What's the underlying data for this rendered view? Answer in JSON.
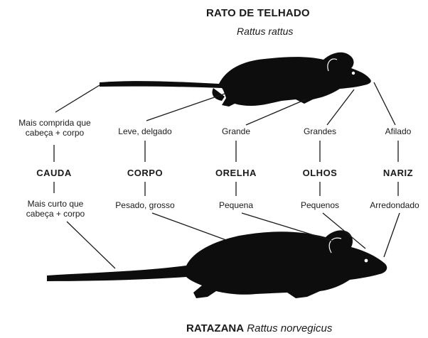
{
  "roof_rat": {
    "common_name": "RATO DE TELHADO",
    "scientific_name": "Rattus rattus"
  },
  "brown_rat": {
    "common_name": "RATAZANA",
    "scientific_name": "Rattus norvegicus"
  },
  "features": [
    {
      "name": "CAUDA",
      "roof_rat": "Mais comprida que cabeça + corpo",
      "roof_rat_l1": "Mais comprida que",
      "roof_rat_l2": "cabeça + corpo",
      "brown_rat": "Mais curto que cabeça + corpo",
      "brown_rat_l1": "Mais curto que",
      "brown_rat_l2": "cabeça + corpo"
    },
    {
      "name": "CORPO",
      "roof_rat": "Leve, delgado",
      "brown_rat": "Pesado, grosso"
    },
    {
      "name": "ORELHA",
      "roof_rat": "Grande",
      "brown_rat": "Pequena"
    },
    {
      "name": "OLHOS",
      "roof_rat": "Grandes",
      "brown_rat": "Pequenos"
    },
    {
      "name": "NARIZ",
      "roof_rat": "Afilado",
      "brown_rat": "Arredondado"
    }
  ],
  "colors": {
    "ink": "#1a1a1a",
    "silhouette": "#0d0d0d",
    "background": "#ffffff"
  }
}
